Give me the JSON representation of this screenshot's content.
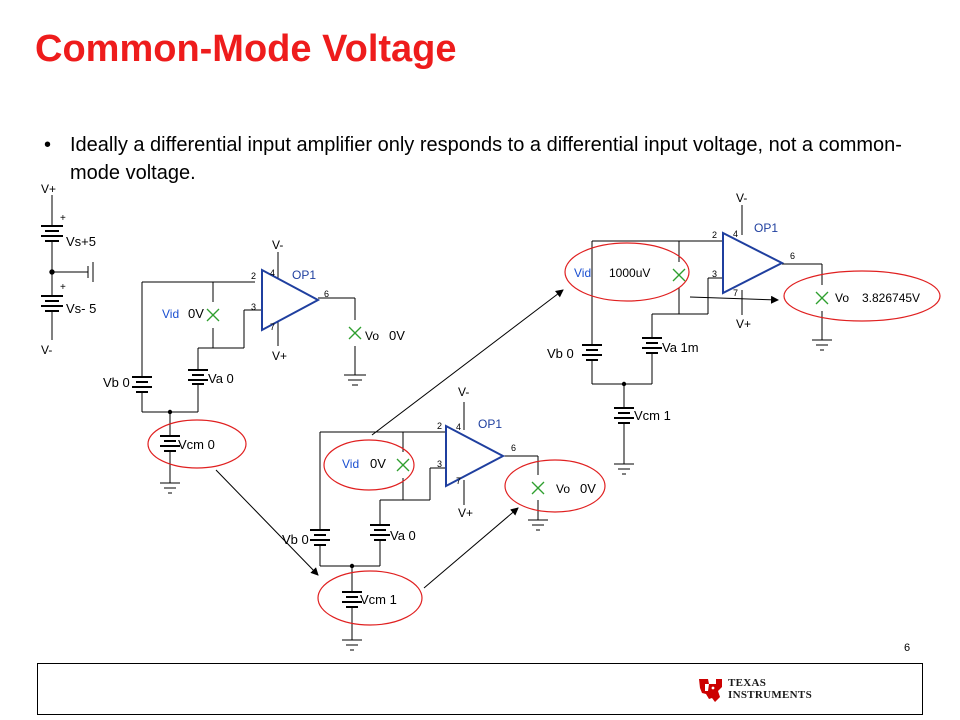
{
  "slide": {
    "title": "Common-Mode Voltage",
    "bullet_symbol": "•",
    "bullet_text": "Ideally a differential input amplifier only responds to a differential input voltage, not a common-mode voltage.",
    "page_number": "6"
  },
  "supply": {
    "vplus_label": "V+",
    "vminus_label": "V-",
    "vsp_label": "Vs+5",
    "vsm_label": "Vs- 5"
  },
  "circuit1": {
    "opamp_label": "OP1",
    "vminus": "V-",
    "vplus": "V+",
    "vid_label": "Vid",
    "vid_value": "0V",
    "vo_label": "Vo",
    "vo_value": "0V",
    "va_label": "Va 0",
    "vb_label": "Vb 0",
    "vcm_label": "Vcm 0",
    "pin_inv": "2",
    "pin_noninv": "3",
    "pin_out": "6",
    "pin_top": "4",
    "pin_bot": "7"
  },
  "circuit2": {
    "opamp_label": "OP1",
    "vminus": "V-",
    "vplus": "V+",
    "vid_label": "Vid",
    "vid_value": "0V",
    "vo_label": "Vo",
    "vo_value": "0V",
    "va_label": "Va 0",
    "vb_label": "Vb 0",
    "vcm_label": "Vcm 1",
    "pin_inv": "2",
    "pin_noninv": "3",
    "pin_out": "6",
    "pin_top": "4",
    "pin_bot": "7"
  },
  "circuit3": {
    "opamp_label": "OP1",
    "vminus": "V-",
    "vplus": "V+",
    "vid_label": "Vid",
    "vid_value": "1000uV",
    "vo_label": "Vo",
    "vo_value": "3.826745V",
    "va_label": "Va 1m",
    "vb_label": "Vb 0",
    "vcm_label": "Vcm 1",
    "pin_inv": "2",
    "pin_noninv": "3",
    "pin_out": "6",
    "pin_top": "4",
    "pin_bot": "7"
  },
  "logo": {
    "line1": "TEXAS",
    "line2": "INSTRUMENTS"
  },
  "colors": {
    "title": "#ee1c1c",
    "wire": "#000000",
    "opamp": "#1f3f9f",
    "meter": "#2f9f2f",
    "highlight": "#e02020",
    "signal": "#1a4fd1",
    "ti_red": "#cc0000"
  }
}
